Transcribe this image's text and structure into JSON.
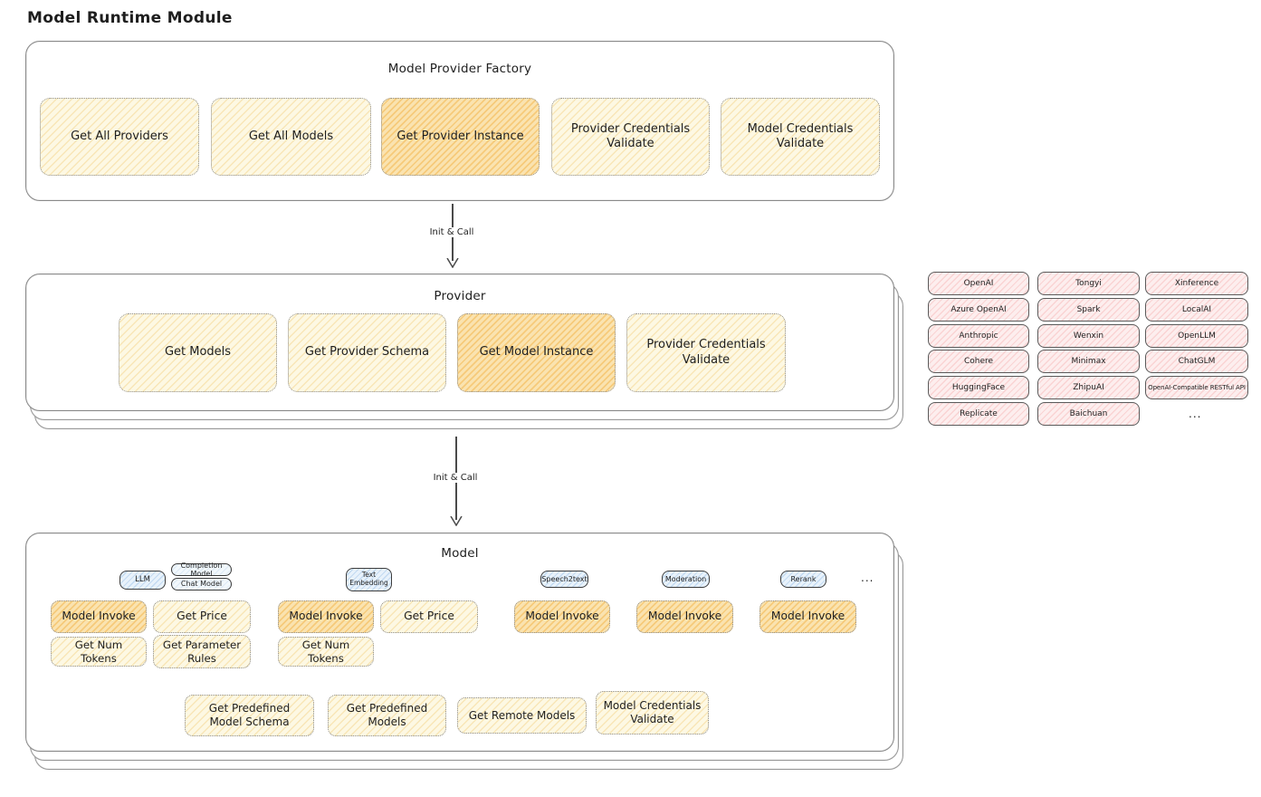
{
  "page_title": "Model Runtime Module",
  "factory": {
    "title": "Model Provider Factory",
    "buttons": [
      "Get All Providers",
      "Get All Models",
      "Get Provider Instance",
      "Provider Credentials Validate",
      "Model Credentials Validate"
    ]
  },
  "arrows": {
    "factory_to_provider": "Init & Call",
    "provider_to_model": "Init & Call"
  },
  "provider": {
    "title": "Provider",
    "buttons": [
      "Get Models",
      "Get Provider Schema",
      "Get Model Instance",
      "Provider Credentials Validate"
    ]
  },
  "providers_panel": {
    "col1": [
      "OpenAI",
      "Azure OpenAI",
      "Anthropic",
      "Cohere",
      "HuggingFace",
      "Replicate"
    ],
    "col2": [
      "Tongyi",
      "Spark",
      "Wenxin",
      "Minimax",
      "ZhipuAI",
      "Baichuan"
    ],
    "col3": [
      "Xinference",
      "LocalAI",
      "OpenLLM",
      "ChatGLM",
      "OpenAI-Compatible RESTful API"
    ],
    "more": "..."
  },
  "model": {
    "title": "Model",
    "badges": {
      "llm": "LLM",
      "completion_model": "Completion Model",
      "chat_model": "Chat Model",
      "text_embedding": "Text Embedding",
      "speech2text": "Speech2text",
      "moderation": "Moderation",
      "rerank": "Rerank",
      "more": "..."
    },
    "llm_group": {
      "invoke": "Model Invoke",
      "price": "Get Price",
      "num_tokens": "Get Num Tokens",
      "param_rules": "Get Parameter Rules"
    },
    "embedding_group": {
      "invoke": "Model Invoke",
      "price": "Get Price",
      "num_tokens": "Get Num Tokens"
    },
    "speech2text_group": {
      "invoke": "Model Invoke"
    },
    "moderation_group": {
      "invoke": "Model Invoke"
    },
    "rerank_group": {
      "invoke": "Model Invoke"
    },
    "bottom_buttons": [
      "Get Predefined Model Schema",
      "Get Predefined Models",
      "Get Remote Models",
      "Model Credentials Validate"
    ]
  },
  "colors": {
    "yellow_fill": "#fdf8e3",
    "yellow_hatch": "#f0c86e",
    "orange_fill": "#fae3b0",
    "orange_hatch": "#f3b74e",
    "blue_badge_fill": "#e8f2fb",
    "pink_chip_fill": "#fdeeee",
    "pink_chip_hatch": "#f5a0a0",
    "outline_gray": "#8a8a8a",
    "arrow_gray": "#4a4a4a",
    "text": "#1e1e1e"
  }
}
